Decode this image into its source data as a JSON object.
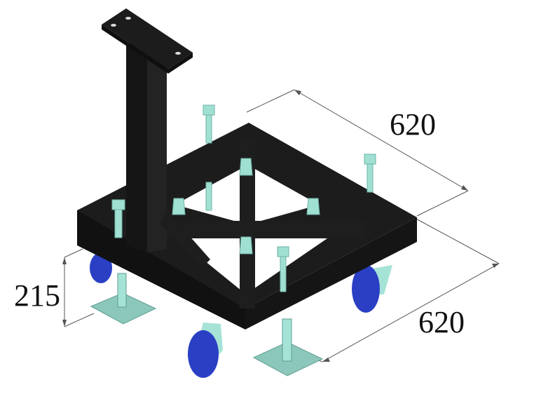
{
  "diagram": {
    "subject": "Truss base plate with center mast, four casters and four leveling feet",
    "dimensions": {
      "top_width": "620",
      "bottom_width": "620",
      "height": "215"
    },
    "colors": {
      "frame": "#1c1c1c",
      "frame_highlight": "#2e2e2e",
      "spigot": "#9fe0d3",
      "foot_plate": "#8cc7bb",
      "caster_wheel": "#2a3fc4",
      "dimension_line": "#555555",
      "background": "#ffffff"
    }
  }
}
